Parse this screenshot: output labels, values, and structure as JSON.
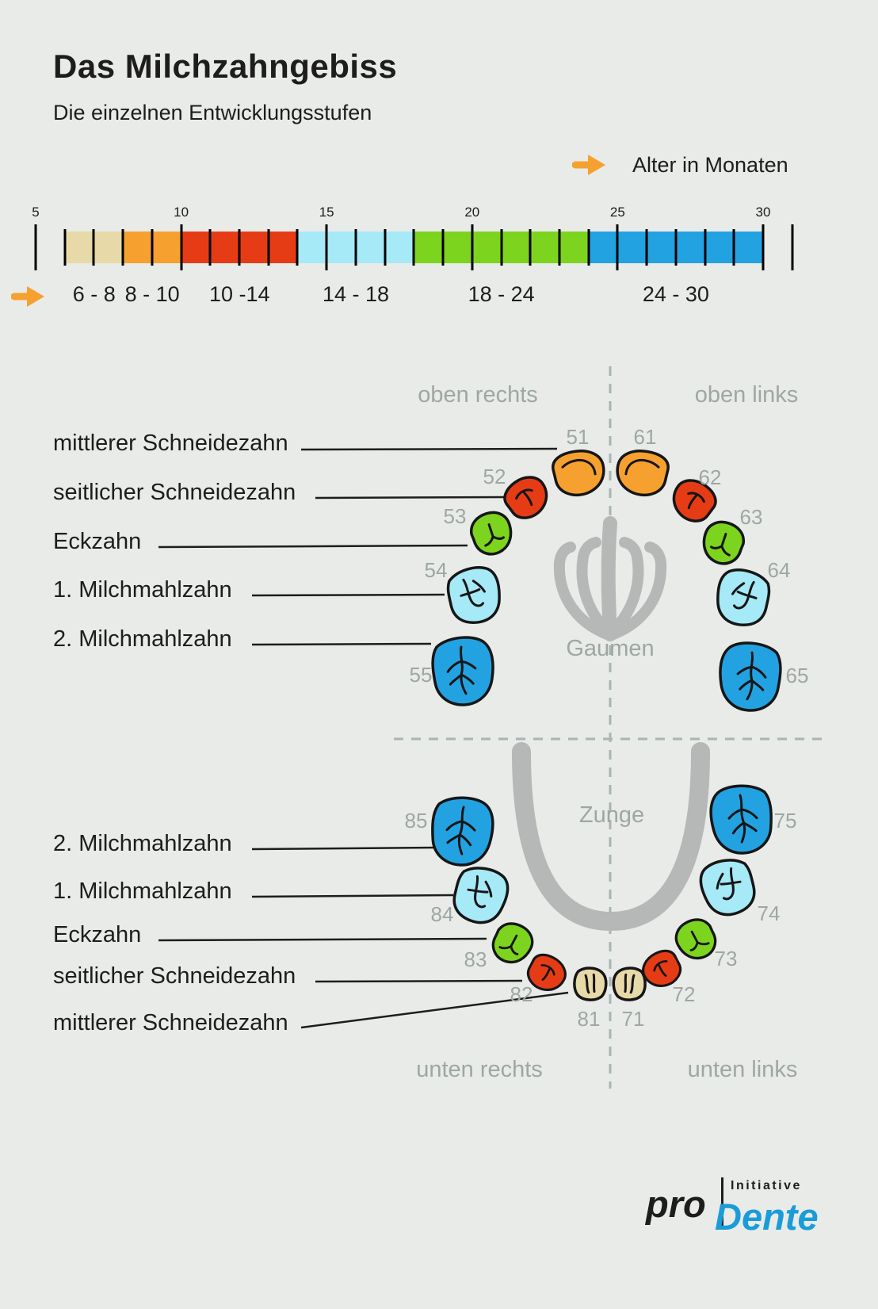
{
  "colors": {
    "background": "#e9ebe9",
    "ink": "#1d1d1b",
    "beige": "#e8d9a9",
    "orange": "#f6a12f",
    "red": "#e63c16",
    "cyan": "#a6e9f7",
    "green": "#7dd41e",
    "blue": "#23a2e2",
    "gray_label": "#9da7a4",
    "anatomy_gray": "#b5b8b6",
    "dash_gray": "#a8b5b1",
    "arrow_orange": "#f6a12f",
    "logo_blue": "#1a9cd8"
  },
  "header": {
    "title": "Das Milchzahngebiss",
    "subtitle": "Die einzelnen Entwicklungsstufen"
  },
  "age_legend": {
    "label": "Alter in Monaten"
  },
  "icons": {
    "age_arrow": "arrow-right-icon",
    "range_arrow": "arrow-right-icon"
  },
  "timeline": {
    "scale_ticks": [
      "5",
      "10",
      "15",
      "20",
      "25",
      "30"
    ],
    "segments": [
      {
        "range": "6 - 8",
        "color_key": "beige"
      },
      {
        "range": "8 - 10",
        "color_key": "orange"
      },
      {
        "range": "10 -14",
        "color_key": "red"
      },
      {
        "range": "14 - 18",
        "color_key": "cyan"
      },
      {
        "range": "18 - 24",
        "color_key": "green"
      },
      {
        "range": "24 - 30",
        "color_key": "blue"
      }
    ]
  },
  "quadrants": {
    "top_right": "oben rechts",
    "top_left": "oben links",
    "bottom_right": "unten rechts",
    "bottom_left": "unten links"
  },
  "anatomy": {
    "palate": "Gaumen",
    "tongue": "Zunge"
  },
  "labels_upper": [
    "mittlerer Schneidezahn",
    "seitlicher Schneidezahn",
    "Eckzahn",
    "1. Milchmahlzahn",
    "2. Milchmahlzahn"
  ],
  "labels_lower": [
    "2. Milchmahlzahn",
    "1. Milchmahlzahn",
    "Eckzahn",
    "seitlicher Schneidezahn",
    "mittlerer Schneidezahn"
  ],
  "teeth": [
    {
      "number": "51",
      "color_key": "orange"
    },
    {
      "number": "61",
      "color_key": "orange"
    },
    {
      "number": "52",
      "color_key": "red"
    },
    {
      "number": "62",
      "color_key": "red"
    },
    {
      "number": "53",
      "color_key": "green"
    },
    {
      "number": "63",
      "color_key": "green"
    },
    {
      "number": "54",
      "color_key": "cyan"
    },
    {
      "number": "64",
      "color_key": "cyan"
    },
    {
      "number": "55",
      "color_key": "blue"
    },
    {
      "number": "65",
      "color_key": "blue"
    },
    {
      "number": "85",
      "color_key": "blue"
    },
    {
      "number": "75",
      "color_key": "blue"
    },
    {
      "number": "84",
      "color_key": "cyan"
    },
    {
      "number": "74",
      "color_key": "cyan"
    },
    {
      "number": "83",
      "color_key": "green"
    },
    {
      "number": "73",
      "color_key": "green"
    },
    {
      "number": "82",
      "color_key": "red"
    },
    {
      "number": "72",
      "color_key": "red"
    },
    {
      "number": "81",
      "color_key": "beige"
    },
    {
      "number": "71",
      "color_key": "beige"
    }
  ],
  "logo": {
    "pro": "pro",
    "dente": "Dente",
    "initiative": "Initiative"
  }
}
